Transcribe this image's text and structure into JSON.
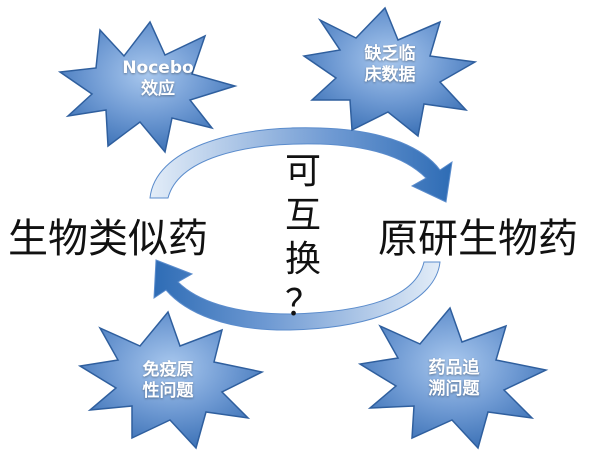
{
  "left_label": "生物类似药",
  "right_label": "原研生物药",
  "center_question": [
    "可",
    "互",
    "换",
    "？"
  ],
  "bursts": {
    "top_left": [
      "Nocebo",
      "效应"
    ],
    "top_right": [
      "缺乏临",
      "床数据"
    ],
    "bottom_left": [
      "免疫原",
      "性问题"
    ],
    "bottom_right": [
      "药品追",
      "溯问题"
    ]
  },
  "colors": {
    "burst_fill_light": "#8db4e2",
    "burst_fill_dark": "#3f74b8",
    "burst_stroke": "#2f5f9e",
    "arrow_light": "#dce8f6",
    "arrow_dark": "#2e6cb5"
  }
}
